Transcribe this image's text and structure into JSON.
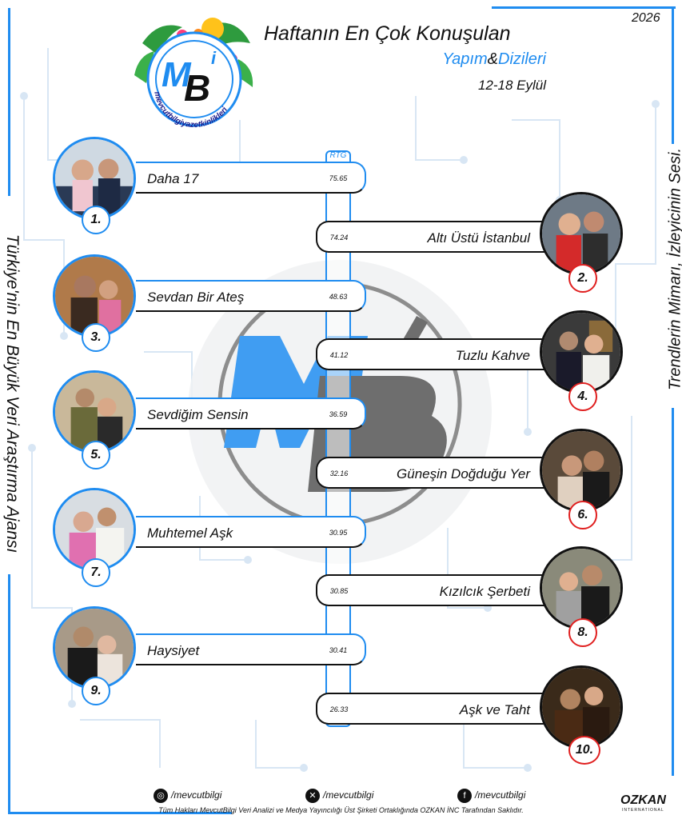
{
  "header": {
    "title": "Haftanın En Çok Konuşulan",
    "subtitle_a": "Yapım",
    "subtitle_amp": "&",
    "subtitle_b": "Dizileri",
    "dates": "12-18 Eylül",
    "year": "2026"
  },
  "logo": {
    "letters_m": "M",
    "letters_b": "B",
    "letter_i": "i",
    "ring_text": "mevcutbilgiyazetkinlikleri"
  },
  "side": {
    "left": "Türkiye'nin En Büyük Veri Araştırma Ajansı",
    "right": "Trendlerin Mimarı, İzleyicinin Sesi."
  },
  "rtg_label": "RTG",
  "rankings": [
    {
      "rank": "1.",
      "name": "Daha 17",
      "rtg": "75.65"
    },
    {
      "rank": "2.",
      "name": "Altı Üstü İstanbul",
      "rtg": "74.24"
    },
    {
      "rank": "3.",
      "name": "Sevdan Bir Ateş",
      "rtg": "48.63"
    },
    {
      "rank": "4.",
      "name": "Tuzlu Kahve",
      "rtg": "41.12"
    },
    {
      "rank": "5.",
      "name": "Sevdiğim Sensin",
      "rtg": "36.59"
    },
    {
      "rank": "6.",
      "name": "Güneşin Doğduğu Yer",
      "rtg": "32.16"
    },
    {
      "rank": "7.",
      "name": "Muhtemel Aşk",
      "rtg": "30.95"
    },
    {
      "rank": "8.",
      "name": "Kızılcık Şerbeti",
      "rtg": "30.85"
    },
    {
      "rank": "9.",
      "name": "Haysiyet",
      "rtg": "30.41"
    },
    {
      "rank": "10.",
      "name": "Aşk ve Taht",
      "rtg": "26.33"
    }
  ],
  "footer": {
    "instagram": "/mevcutbilgi",
    "x": "/mevcutbilgi",
    "facebook": "/mevcutbilgi",
    "copyright": "Tüm Hakları MevcutBilgi Veri Analizi ve Medya Yayıncılığı Üst Şirketi Ortaklığında OZKAN İNC Tarafından Saklıdır.",
    "brand": "OZKAN",
    "brand_sub": "INTERNATIONAL"
  },
  "colors": {
    "accent": "#1f8cf0",
    "rank_odd": "#1f8cf0",
    "rank_even": "#e02020",
    "text": "#111111"
  }
}
